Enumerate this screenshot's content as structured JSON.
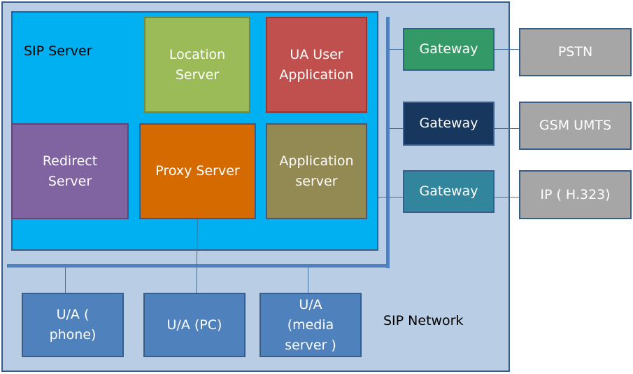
{
  "network": {
    "label": "SIP Network"
  },
  "sip_server": {
    "label": "SIP Server",
    "components": [
      {
        "label": "Location\nServer",
        "color": "#9bbb59"
      },
      {
        "label": "UA User\nApplication",
        "color": "#c0504d"
      },
      {
        "label": "Redirect\nServer",
        "color": "#8064a2"
      },
      {
        "label": "Proxy Server",
        "color": "#d46a00"
      },
      {
        "label": "Application\nserver",
        "color": "#938953"
      }
    ]
  },
  "gateways": [
    {
      "label": "Gateway",
      "color": "#339966",
      "network": "PSTN"
    },
    {
      "label": "Gateway",
      "color": "#17375e",
      "network": "GSM UMTS"
    },
    {
      "label": "Gateway",
      "color": "#31859c",
      "network": "IP ( H.323)"
    }
  ],
  "user_agents": [
    {
      "label": "U/A (\nphone)"
    },
    {
      "label": "U/A (PC)"
    },
    {
      "label": "U/A\n(media\nserver )"
    }
  ],
  "colors": {
    "network_bg": "#b9cde5",
    "sip_server_bg": "#00b0f0",
    "border": "#385d8a",
    "bus": "#4f81bd",
    "ua": "#4f81bd",
    "external": "#a6a6a6"
  }
}
